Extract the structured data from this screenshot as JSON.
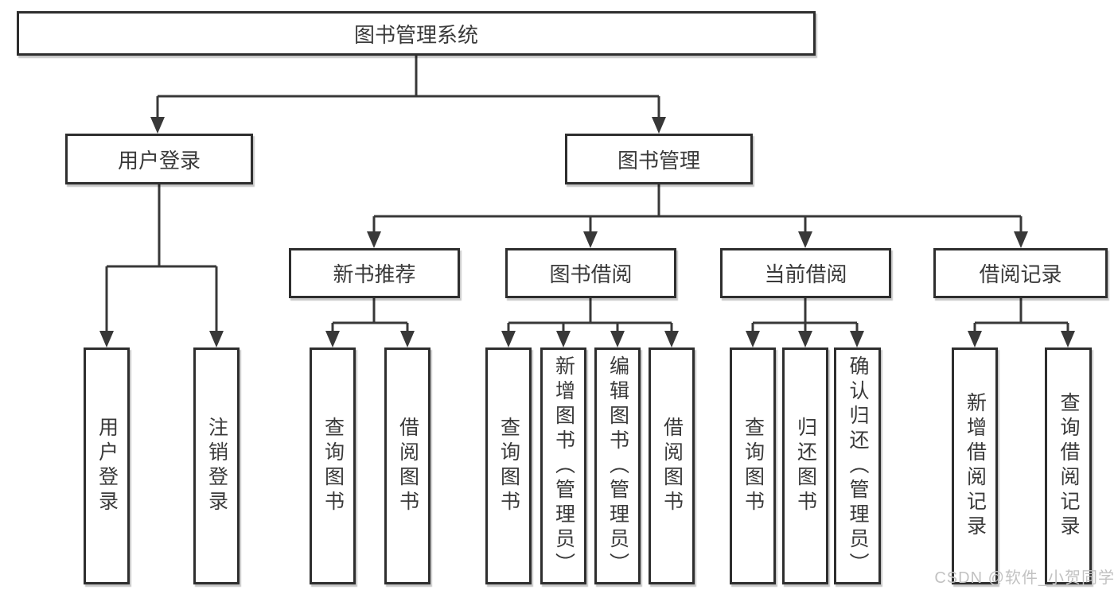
{
  "colors": {
    "background": "#ffffff",
    "line": "#383838",
    "box_border": "#2e2e2e",
    "text": "#3a3a3a",
    "watermark": "#c2c2c2"
  },
  "watermark": {
    "text": "CSDN @软件_小贺同学"
  },
  "tree": {
    "label": "图书管理系统",
    "children": [
      {
        "label": "用户登录",
        "children": [
          {
            "label": "用户登录"
          },
          {
            "label": "注销登录"
          }
        ]
      },
      {
        "label": "图书管理",
        "children": [
          {
            "label": "新书推荐",
            "children": [
              {
                "label": "查询图书"
              },
              {
                "label": "借阅图书"
              }
            ]
          },
          {
            "label": "图书借阅",
            "children": [
              {
                "label": "查询图书"
              },
              {
                "label": "新增图书（管理员）"
              },
              {
                "label": "编辑图书（管理员）"
              },
              {
                "label": "借阅图书"
              }
            ]
          },
          {
            "label": "当前借阅",
            "children": [
              {
                "label": "查询图书"
              },
              {
                "label": "归还图书"
              },
              {
                "label": "确认归还（管理员）"
              }
            ]
          },
          {
            "label": "借阅记录",
            "children": [
              {
                "label": "新增借阅记录"
              },
              {
                "label": "查询借阅记录"
              }
            ]
          }
        ]
      }
    ]
  }
}
